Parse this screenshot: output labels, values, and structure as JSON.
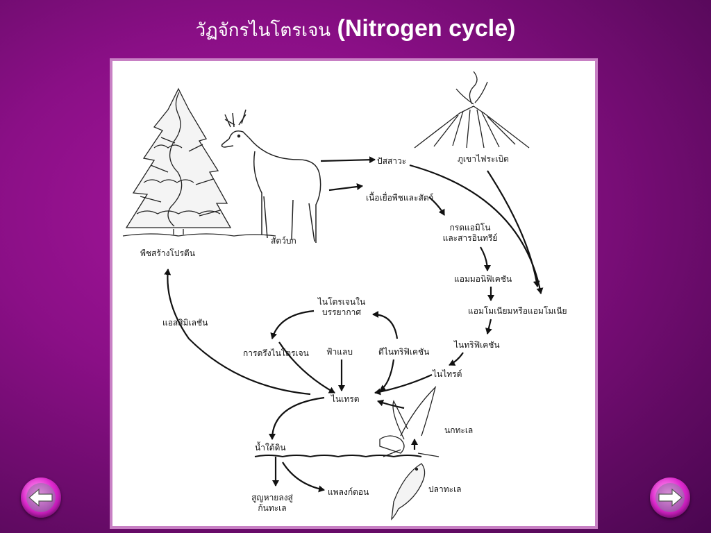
{
  "title": {
    "thai": "วัฏจักรไนโตรเจน",
    "english": "(Nitrogen cycle)"
  },
  "labels": {
    "urine": "ปัสสาวะ",
    "volcano": "ภูเขาไฟระเบิด",
    "tissue": "เนื้อเยื่อพืชและสัตว์",
    "amino": "กรดแอมิโน\nและสารอินทรีย์",
    "ammonification": "แอมมอนิฟิเคชัน",
    "ammonium": "แอมโมเนียมหรือแอมโมเนีย",
    "nitrification": "ไนทริฟิเคชัน",
    "nitrite": "ไนไทรต์",
    "animal": "สัตว์บก",
    "plant_protein": "พืชสร้างโปรตีน",
    "assimilation": "แอสสิมิเลชัน",
    "atm_nitrogen": "ไนโตรเจนใน\nบรรยากาศ",
    "fixation": "การตรึงไนโตรเจน",
    "lightning": "ฟ้าแลบ",
    "denitrification": "ดีไนทริฟิเคชัน",
    "nitrate": "ไนเทรต",
    "groundwater": "น้ำใต้ดิน",
    "seabird": "นกทะเล",
    "lost": "สูญหายลงสู่\nก้นทะเล",
    "plankton": "แพลงก์ตอน",
    "fish": "ปลาทะเล"
  },
  "nav": {
    "prev": "arrow-left-icon",
    "next": "arrow-right-icon"
  }
}
